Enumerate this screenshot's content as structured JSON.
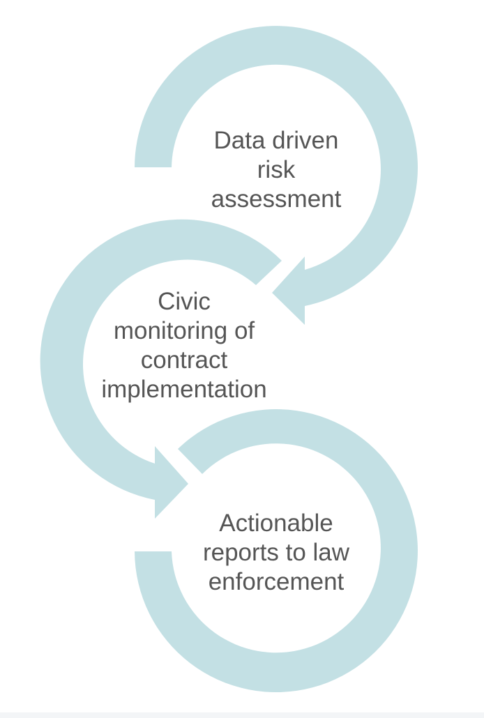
{
  "diagram": {
    "type": "cycle",
    "colors": {
      "arc": "#c3e0e4",
      "text": "#555555"
    },
    "stages": [
      {
        "id": "risk",
        "lines": [
          "Data driven",
          "risk",
          "assessment"
        ]
      },
      {
        "id": "monitoring",
        "lines": [
          "Civic",
          "monitoring of",
          "contract",
          "implementation"
        ]
      },
      {
        "id": "reports",
        "lines": [
          "Actionable",
          "reports to law",
          "enforcement"
        ]
      }
    ]
  }
}
